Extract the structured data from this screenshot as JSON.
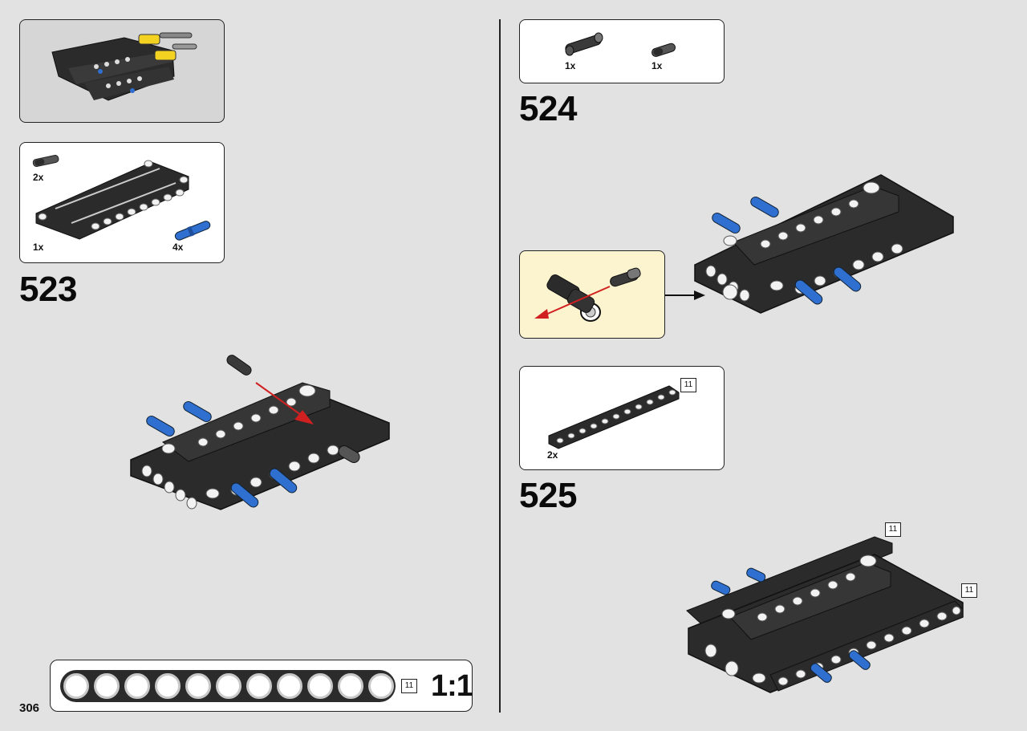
{
  "page": {
    "number": "306"
  },
  "steps": [
    {
      "id": "523",
      "number": "523",
      "parts": [
        {
          "qty": "2x"
        },
        {
          "qty": "1x"
        },
        {
          "qty": "4x"
        }
      ]
    },
    {
      "id": "524",
      "number": "524",
      "parts": [
        {
          "qty": "1x"
        },
        {
          "qty": "1x"
        }
      ]
    },
    {
      "id": "525",
      "number": "525",
      "parts": [
        {
          "qty": "2x",
          "length": "11"
        }
      ],
      "callouts": [
        "11",
        "11"
      ]
    }
  ],
  "scale_ruler": {
    "length": "11",
    "ratio": "1:1",
    "holes": 11
  },
  "colors": {
    "background": "#e2e2e2",
    "part_black": "#2b2b2b",
    "part_blue": "#2f6fd0",
    "part_yellow": "#f3d221",
    "arrow_red": "#d12020",
    "callout_cream": "#fcf3cf"
  }
}
